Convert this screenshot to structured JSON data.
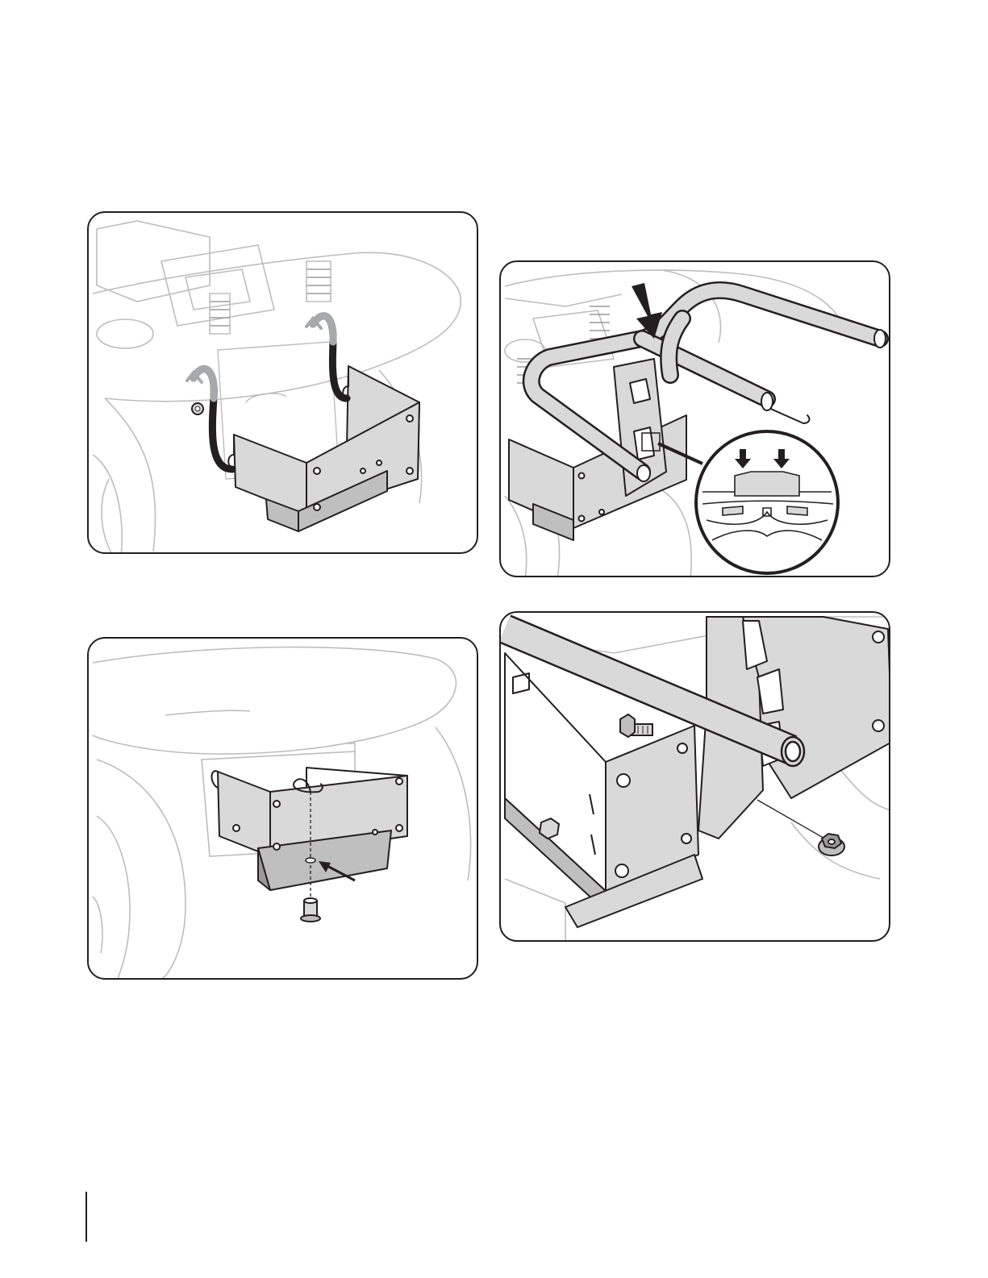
{
  "document": {
    "text_blocks": [],
    "figures": [
      {
        "id": "fig-1",
        "icons": [
          "curved-arrow-icon",
          "curved-arrow-icon"
        ]
      },
      {
        "id": "fig-2",
        "icons": [
          "down-arrow-icon",
          "down-arrow-icon",
          "down-arrow-icon",
          "magnifier-callout-icon"
        ]
      },
      {
        "id": "fig-3",
        "icons": [
          "pointer-arrow-icon",
          "hairpin-clip-icon",
          "pin-icon"
        ]
      },
      {
        "id": "fig-4",
        "icons": [
          "bolt-icon",
          "flange-nut-icon"
        ]
      }
    ]
  },
  "colors": {
    "line": "#231f20",
    "light_line": "#bdbdbd",
    "part_fill": "#d9d9d9",
    "arrow_gray": "#a7a9ac"
  }
}
